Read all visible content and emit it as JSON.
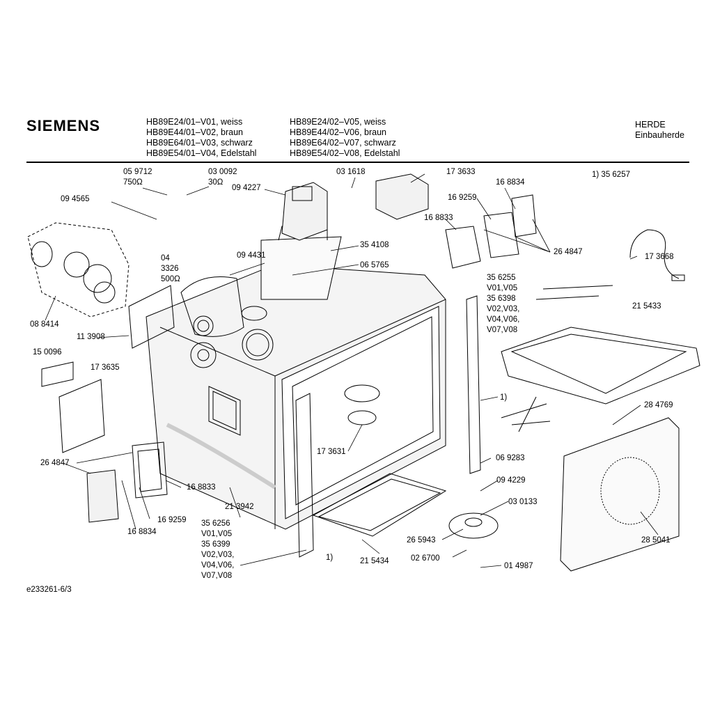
{
  "header": {
    "brand": "SIEMENS",
    "models_left": [
      "HB89E24/01–V01, weiss",
      "HB89E44/01–V02, braun",
      "HB89E64/01–V03, schwarz",
      "HB89E54/01–V04, Edelstahl"
    ],
    "models_right": [
      "HB89E24/02–V05, weiss",
      "HB89E44/02–V06, braun",
      "HB89E64/02–V07, schwarz",
      "HB89E54/02–V08, Edelstahl"
    ],
    "category": [
      "HERDE",
      "Einbauherde"
    ]
  },
  "note": "1)  35 6257",
  "parts": [
    "05 9712",
    "750Ω",
    "03 0092",
    "30Ω",
    "09 4227",
    "03 1618",
    "17 3633",
    "09 4565",
    "16 8834",
    "16 9259",
    "16 8833",
    "26 4847",
    "04",
    "3326",
    "500Ω",
    "09 4431",
    "35 4108",
    "06 5765",
    "17 3668",
    "08 8414",
    "11 3908",
    "35 6255",
    "V01,V05",
    "35 6398",
    "V02,V03,",
    "V04,V06,",
    "V07,V08",
    "21 5433",
    "15 0096",
    "17 3635",
    "28 4769",
    "1)",
    "17 3631",
    "26 4847",
    "06 9283",
    "16 8833",
    "09 4229",
    "21 3942",
    "03 0133",
    "16 9259",
    "16 8834",
    "35 6256",
    "V01,V05",
    "35 6399",
    "V02,V03,",
    "V04,V06,",
    "V07,V08",
    "26 5943",
    "28 5041",
    "1)",
    "21 5434",
    "02 6700",
    "01 4987"
  ],
  "footer": "e233261-6/3"
}
